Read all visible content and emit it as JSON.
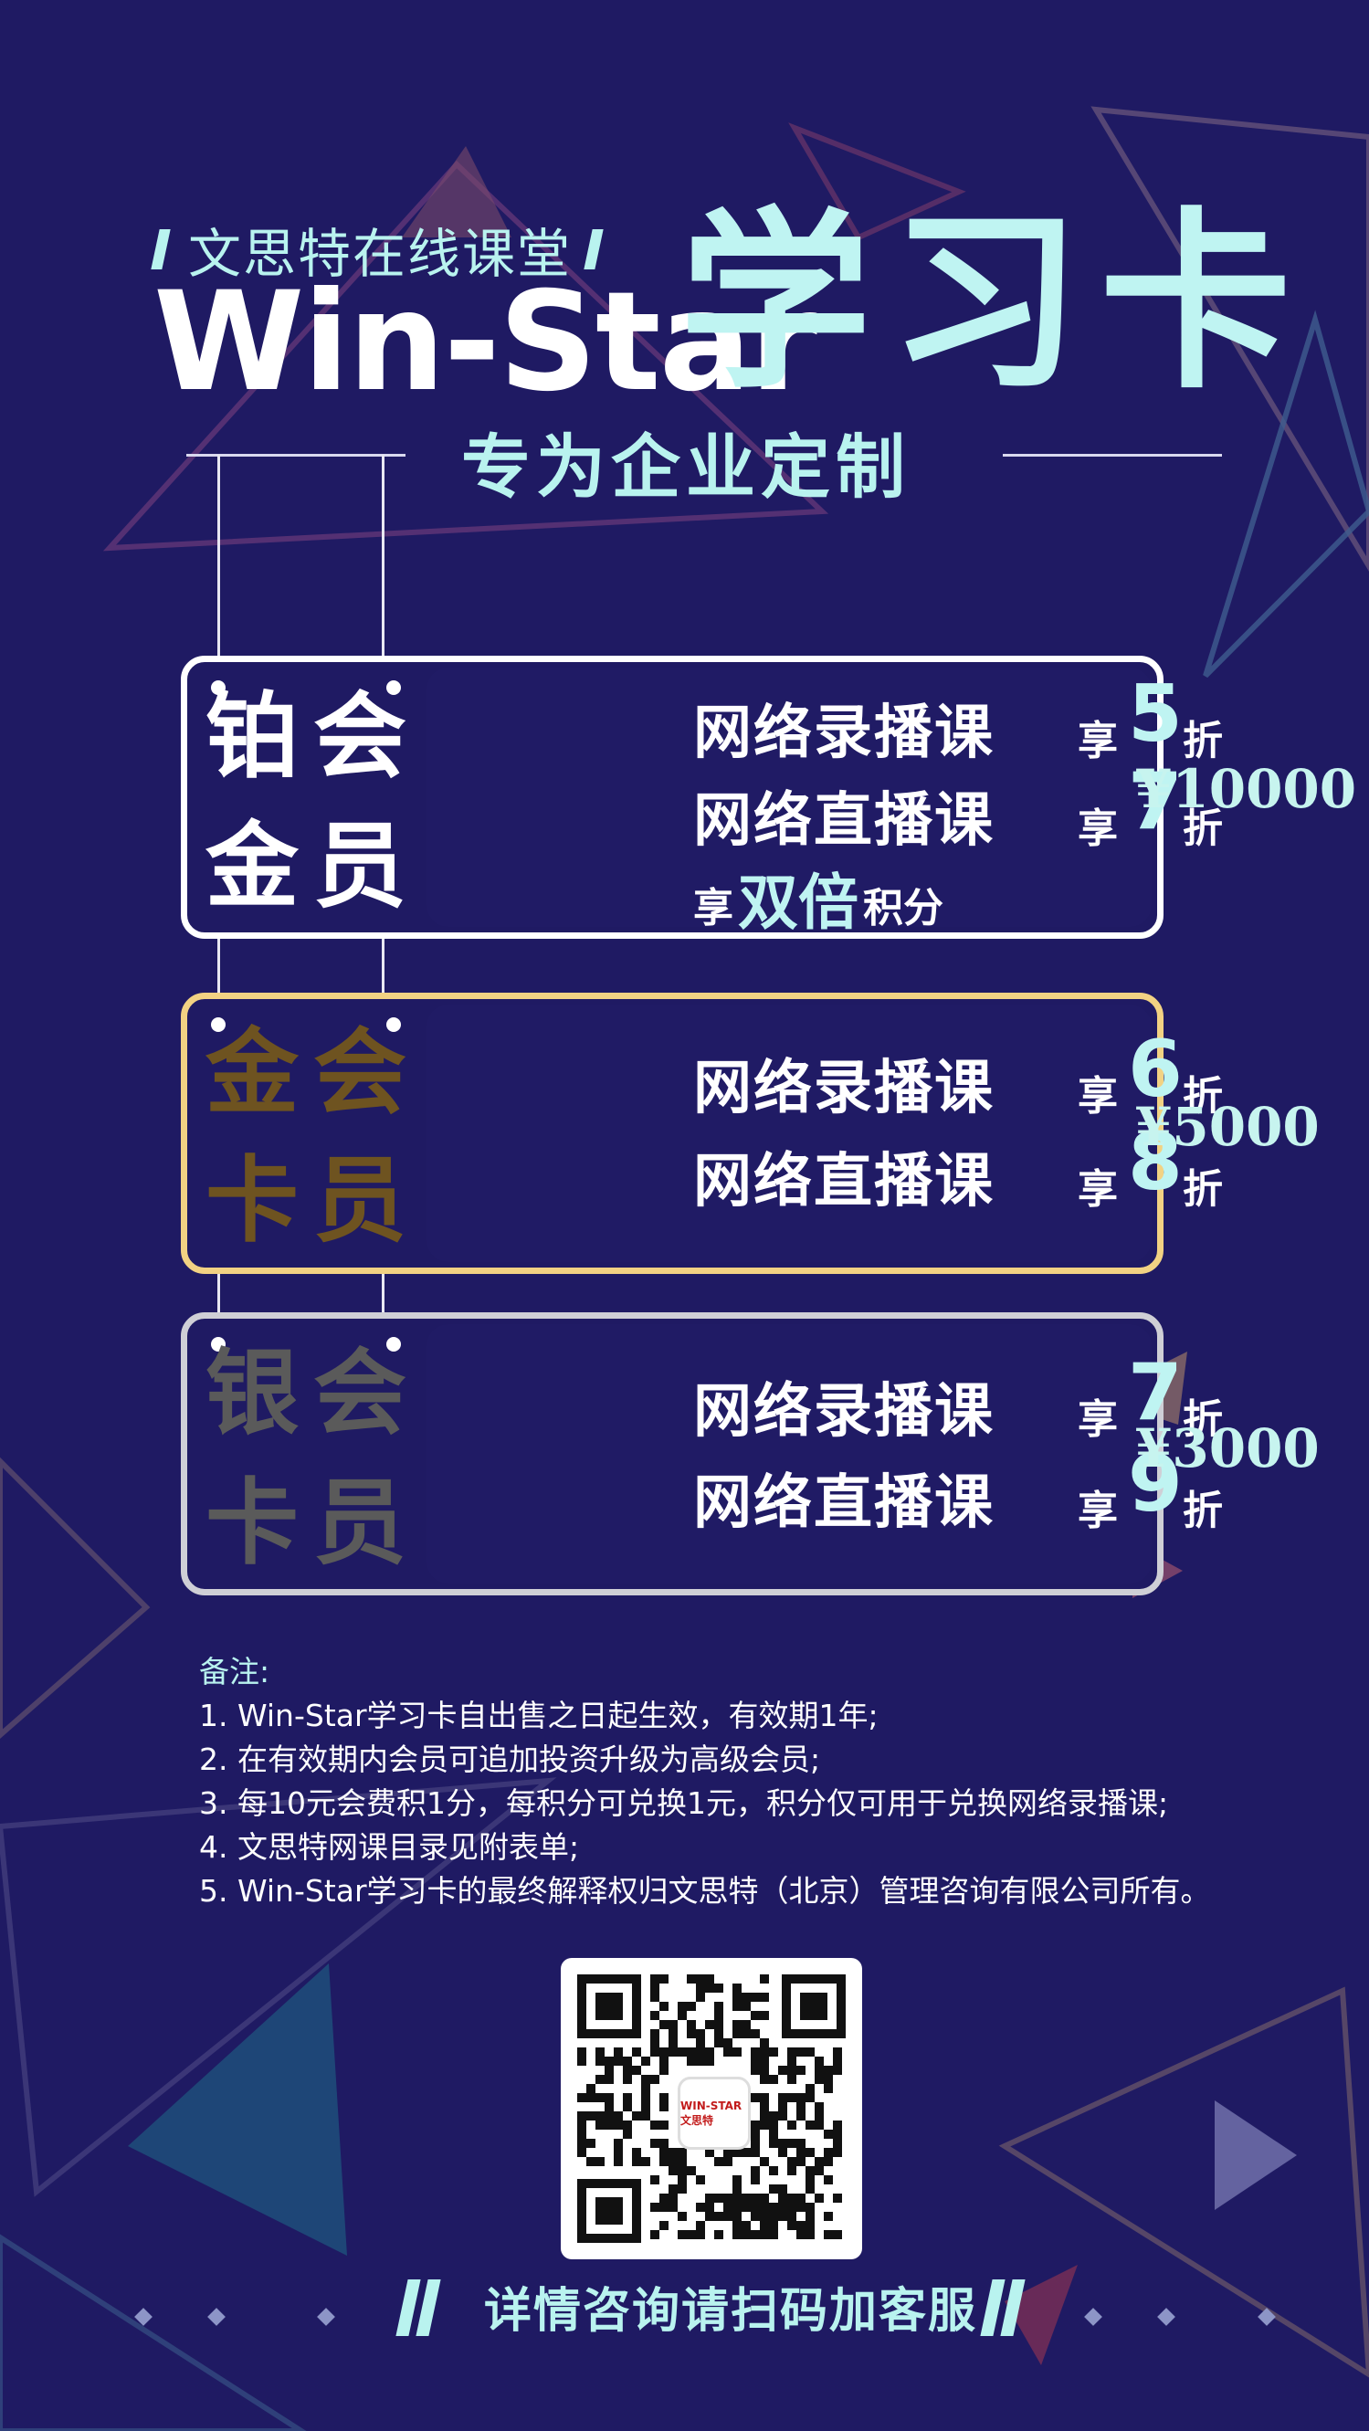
{
  "header": {
    "brand_cn": "文思特在线课堂",
    "brand_en": "Win-Star",
    "title_cn": "学习卡",
    "subtitle": "专为企业定制"
  },
  "cards": [
    {
      "plate_chars": [
        "铂",
        "会",
        "金",
        "员"
      ],
      "benefits": [
        {
          "label": "网络录播课",
          "prefix": "享",
          "discount": "5",
          "suffix": "折"
        },
        {
          "label": "网络直播课",
          "prefix": "享",
          "discount": "7",
          "suffix": "折"
        }
      ],
      "extra": {
        "prefix": "享",
        "highlight": "双倍",
        "suffix": "积分"
      },
      "price": "¥10000"
    },
    {
      "plate_chars": [
        "金",
        "会",
        "卡",
        "员"
      ],
      "benefits": [
        {
          "label": "网络录播课",
          "prefix": "享",
          "discount": "6",
          "suffix": "折"
        },
        {
          "label": "网络直播课",
          "prefix": "享",
          "discount": "8",
          "suffix": "折"
        }
      ],
      "price": "¥5000"
    },
    {
      "plate_chars": [
        "银",
        "会",
        "卡",
        "员"
      ],
      "benefits": [
        {
          "label": "网络录播课",
          "prefix": "享",
          "discount": "7",
          "suffix": "折"
        },
        {
          "label": "网络直播课",
          "prefix": "享",
          "discount": "9",
          "suffix": "折"
        }
      ],
      "price": "¥3000"
    }
  ],
  "notes": {
    "title": "备注:",
    "items": [
      "1. Win-Star学习卡自出售之日起生效，有效期1年;",
      "2. 在有效期内会员可追加投资升级为高级会员;",
      "3. 每10元会费积1分，每积分可兑换1元，积分仅可用于兑换网络录播课;",
      "4. 文思特网课目录见附表单;",
      "5. Win-Star学习卡的最终解释权归文思特（北京）管理咨询有限公司所有。"
    ]
  },
  "qr": {
    "logo_text": "WIN-STAR文思特",
    "icon": "qr-code-icon"
  },
  "footer": {
    "cta": "详情咨询请扫码加客服"
  },
  "colors": {
    "background": "#1f1a63",
    "accent": "#bff4f2",
    "platinum_border": "#ffffff",
    "gold_border": "#f2d283",
    "silver_border": "#cfcfd6"
  }
}
